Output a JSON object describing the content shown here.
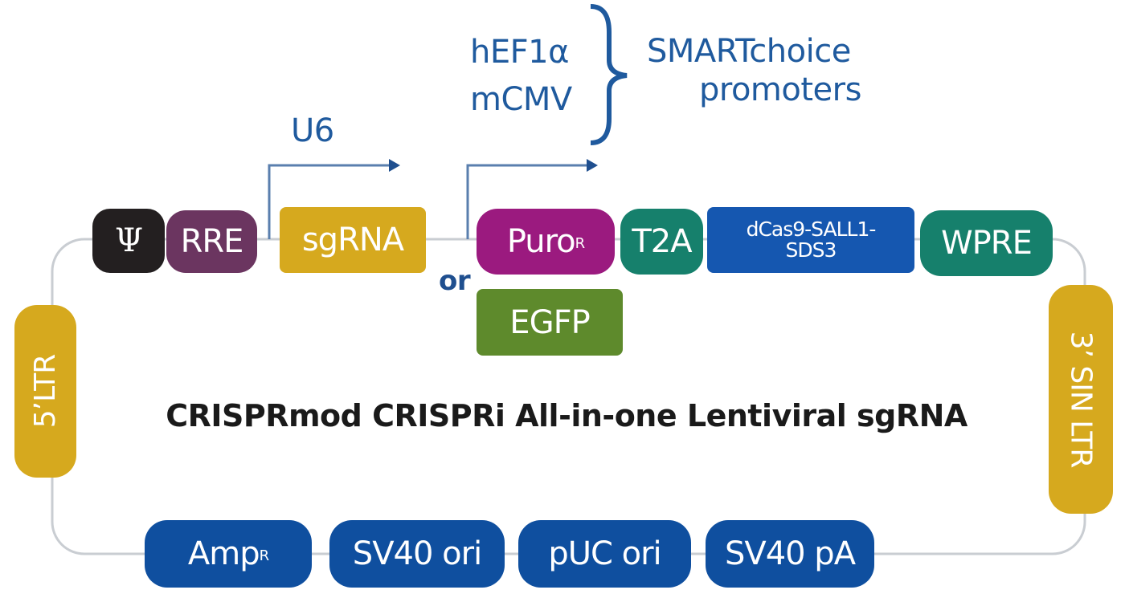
{
  "title": "CRISPRmod CRISPRi All-in-one Lentiviral sgRNA",
  "promoters": {
    "u6_label": "U6",
    "options": [
      "hEF1α",
      "mCMV"
    ],
    "group_label_line1": "SMARTchoice",
    "group_label_line2": "promoters"
  },
  "top_elements": {
    "psi": "Ψ",
    "rre": "RRE",
    "sgrna": "sgRNA",
    "puro": "Puro",
    "puro_sup": "R",
    "or": "or",
    "egfp": "EGFP",
    "t2a": "T2A",
    "dcas9_line1": "dCas9-SALL1-",
    "dcas9_line2": "SDS3",
    "wpre": "WPRE"
  },
  "side_elements": {
    "left_ltr": "5’LTR",
    "right_ltr": "3’ SIN LTR"
  },
  "bottom_elements": {
    "amp": "Amp",
    "amp_sup": "R",
    "sv40_ori": "SV40 ori",
    "puc_ori": "pUC ori",
    "sv40_pa": "SV40 pA"
  },
  "colors": {
    "psi": "#231f20",
    "rre": "#6b3560",
    "sgrna": "#d6a91e",
    "puro": "#9b1a7f",
    "egfp": "#5e8a2c",
    "teal": "#16806c",
    "dcas9": "#1557b0",
    "bottom": "#0f4f9f",
    "ltr": "#d6a91e",
    "text_blue": "#1f5a9e",
    "backbone": "#c9cdd2"
  }
}
